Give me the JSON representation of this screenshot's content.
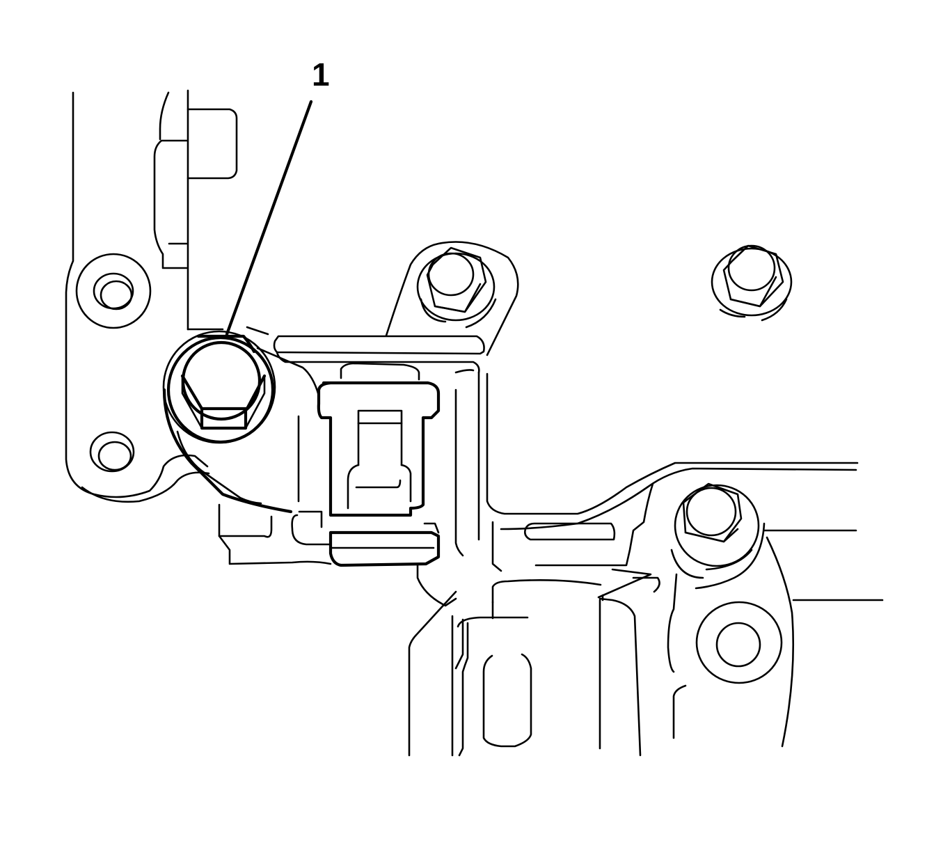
{
  "figure": {
    "type": "technical line illustration",
    "background_color": "#ffffff",
    "line_color": "#000000"
  },
  "callouts": [
    {
      "number": "1",
      "target": "highlighted bolt at sensor bracket"
    }
  ],
  "components": {
    "highlighted_bolt": "bolt-1",
    "other_bolts": [
      "bolt-top-center",
      "bolt-top-right",
      "bolt-right-lower"
    ],
    "connector": "electrical-connector",
    "bosses": [
      "boss-left-upper",
      "boss-left-lower",
      "boss-right"
    ]
  }
}
